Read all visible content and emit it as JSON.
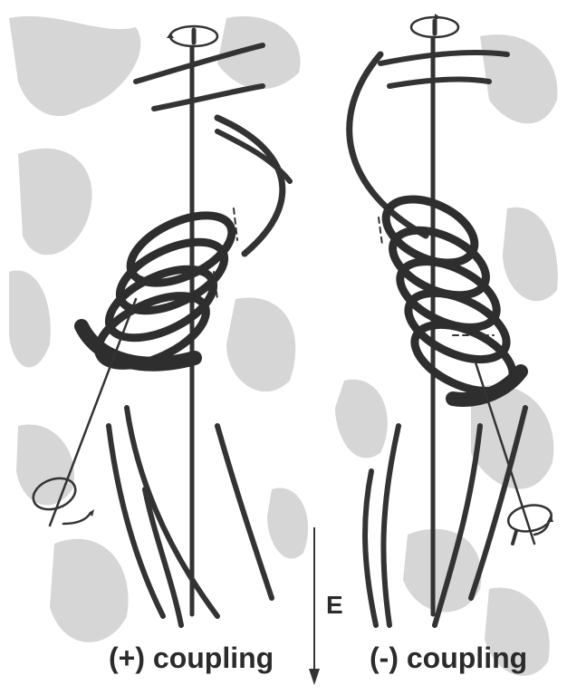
{
  "panels": {
    "left": {
      "caption": "(+) coupling"
    },
    "right": {
      "caption": "(-) coupling"
    }
  },
  "field": {
    "label": "E"
  },
  "colors": {
    "background": "#ffffff",
    "texture": "#d4d4d4",
    "line": "#333333",
    "coil": "#2e2e2e"
  }
}
